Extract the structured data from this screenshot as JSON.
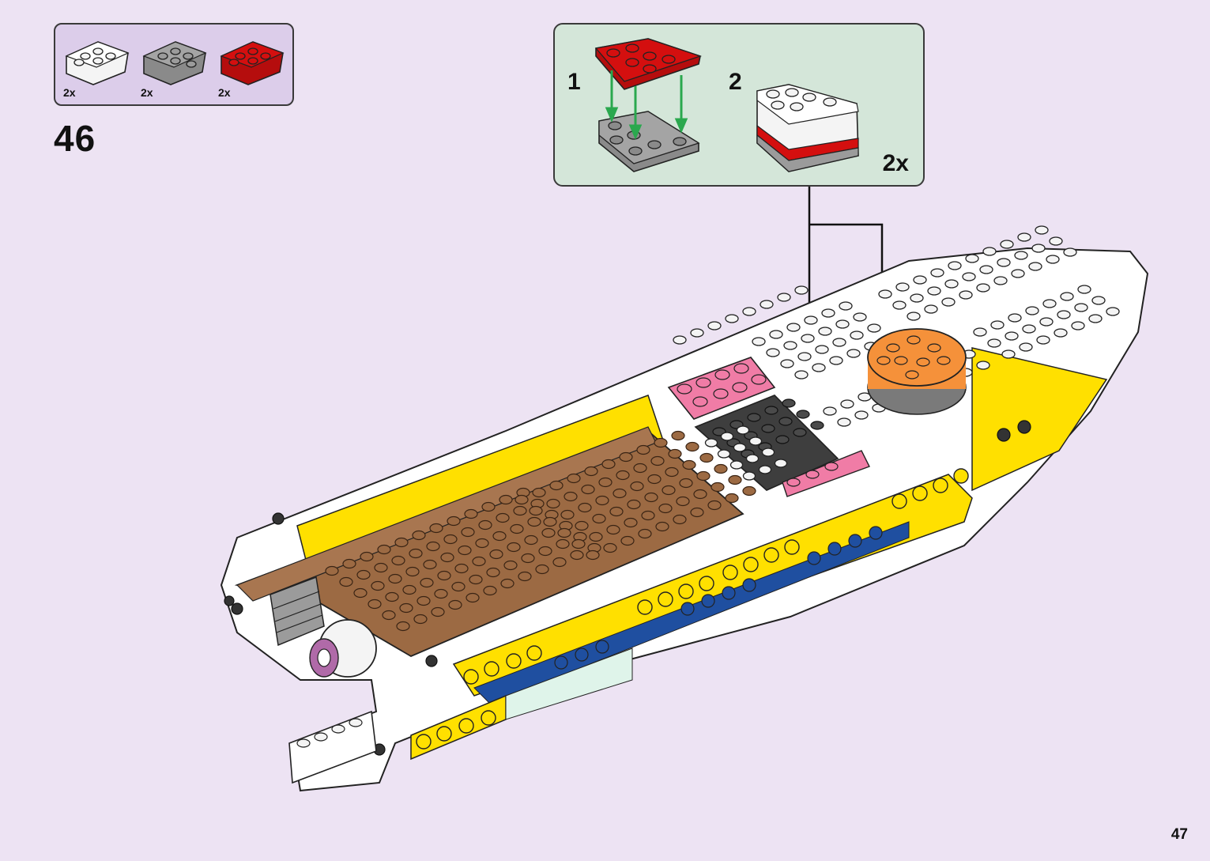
{
  "parts_list": {
    "items": [
      {
        "qty": "2x",
        "color": "#f4f4f4"
      },
      {
        "qty": "2x",
        "color": "#9b9b9b"
      },
      {
        "qty": "2x",
        "color": "#d40f0f"
      }
    ]
  },
  "step": {
    "number": "46"
  },
  "substeps": {
    "items": [
      {
        "number": "1"
      },
      {
        "number": "2"
      }
    ],
    "multiplier": "2x"
  },
  "page": {
    "number": "47"
  },
  "colors": {
    "background": "#ede3f3",
    "hull_white": "#ffffff",
    "stripe_yellow": "#ffe000",
    "deck_brown": "#9c6a43",
    "accent_pink": "#f07ca6",
    "accent_orange": "#f5913a",
    "stripe_blue": "#1f4fa0",
    "arrow_green": "#2aa84e"
  }
}
